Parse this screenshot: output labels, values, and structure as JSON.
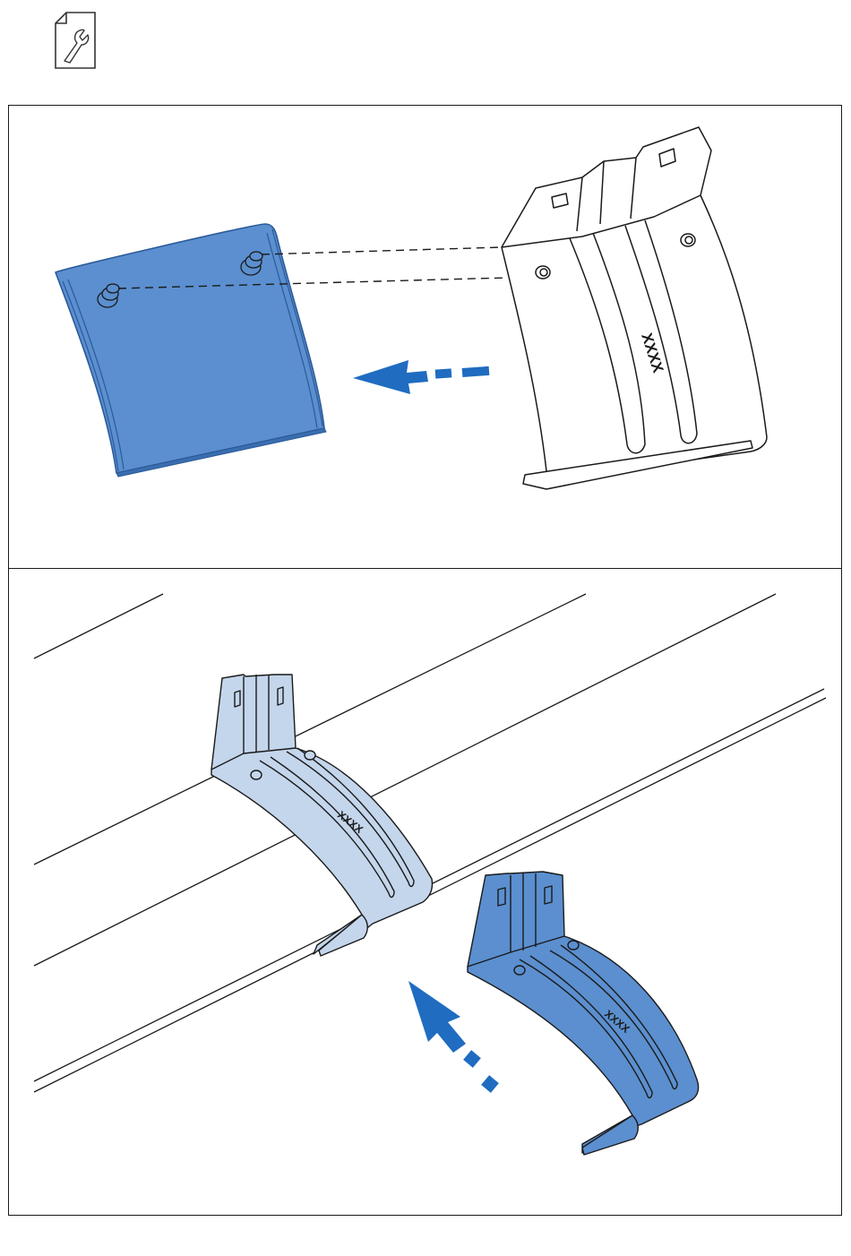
{
  "header": {
    "icon": "tool-document-icon"
  },
  "step_top": {
    "part_label": "XXXX",
    "part_color": "#5b8fcf",
    "part_edge": "#3a6eaf",
    "arrow_color": "#1f6cc0"
  },
  "step_bottom": {
    "installed_label": "XXXX",
    "new_label": "XXXX",
    "installed_color": "#c4d6ec",
    "new_color": "#5b8fcf",
    "arrow_color": "#1f6cc0"
  }
}
